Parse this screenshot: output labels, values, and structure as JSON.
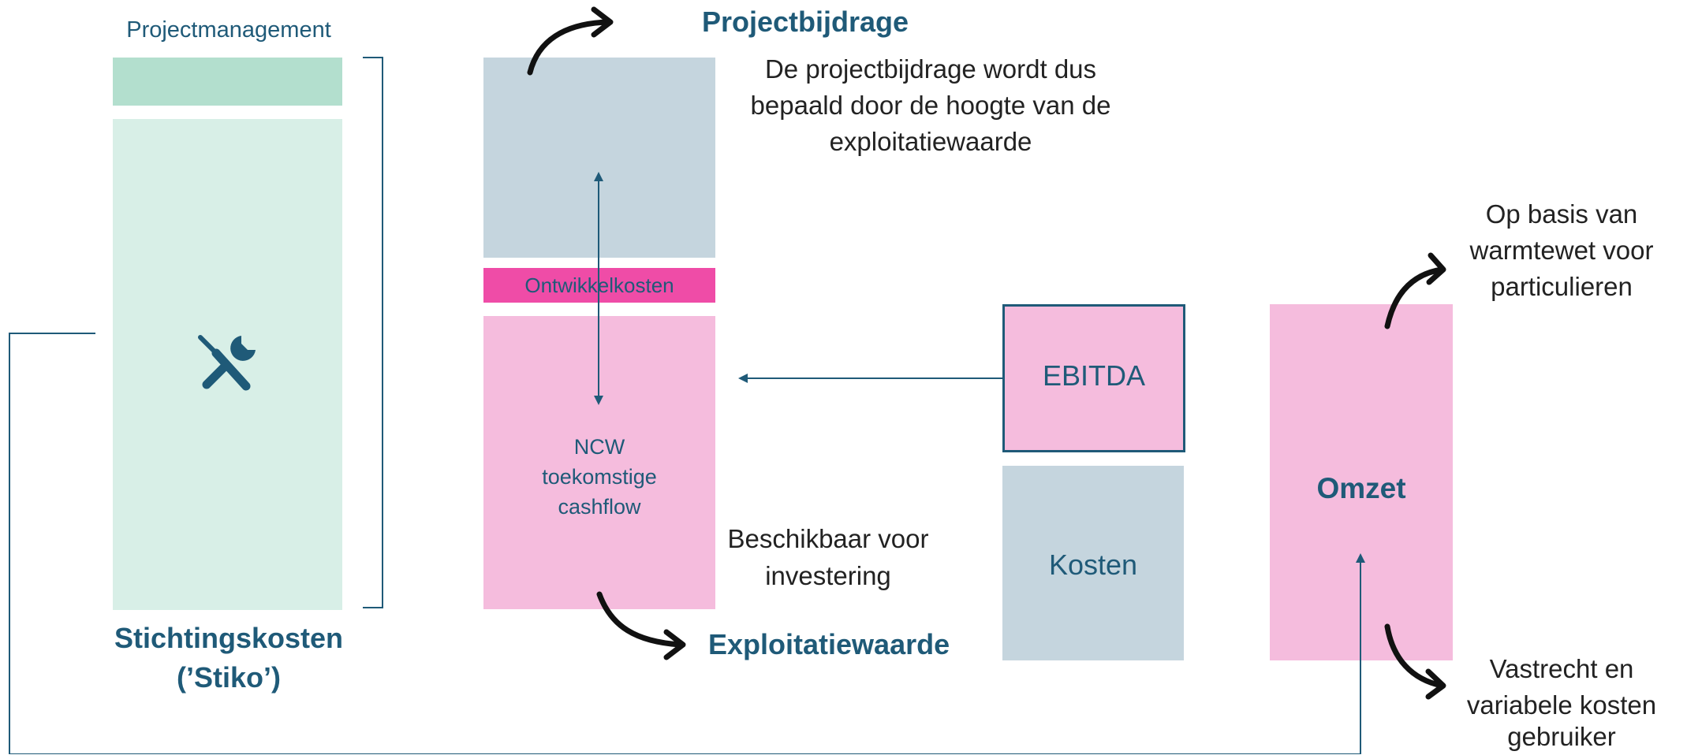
{
  "left_column": {
    "top_label": "Projectmanagement",
    "title_line1": "Stichtingskosten",
    "title_line2": "(’Stiko’)",
    "icon": "tools-icon"
  },
  "middle_column": {
    "top_heading": "Projectbijdrage",
    "top_note": [
      "De projectbijdrage wordt dus",
      "bepaald door de hoogte van de",
      "exploitatiewaarde"
    ],
    "bar_label": "Ontwikkelkosten",
    "ncw_lines": [
      "NCW",
      "toekomstige",
      "cashflow"
    ],
    "available_lines": [
      "Beschikbaar voor",
      "investering"
    ],
    "bottom_heading": "Exploitatiewaarde"
  },
  "right_blocks": {
    "ebitda": "EBITDA",
    "kosten": "Kosten",
    "omzet": "Omzet",
    "top_note": [
      "Op basis van",
      "warmtewet voor",
      "particulieren"
    ],
    "bottom_note": [
      "Vastrecht en",
      "variabele kosten",
      "gebruiker"
    ]
  },
  "colors": {
    "mint_dark": "#b3dfce",
    "mint_light": "#d8efe7",
    "steel": "#c5d5de",
    "pink": "#f5bcdd",
    "magenta": "#ef4ca7",
    "navy": "#1f5a78",
    "black": "#111111"
  }
}
